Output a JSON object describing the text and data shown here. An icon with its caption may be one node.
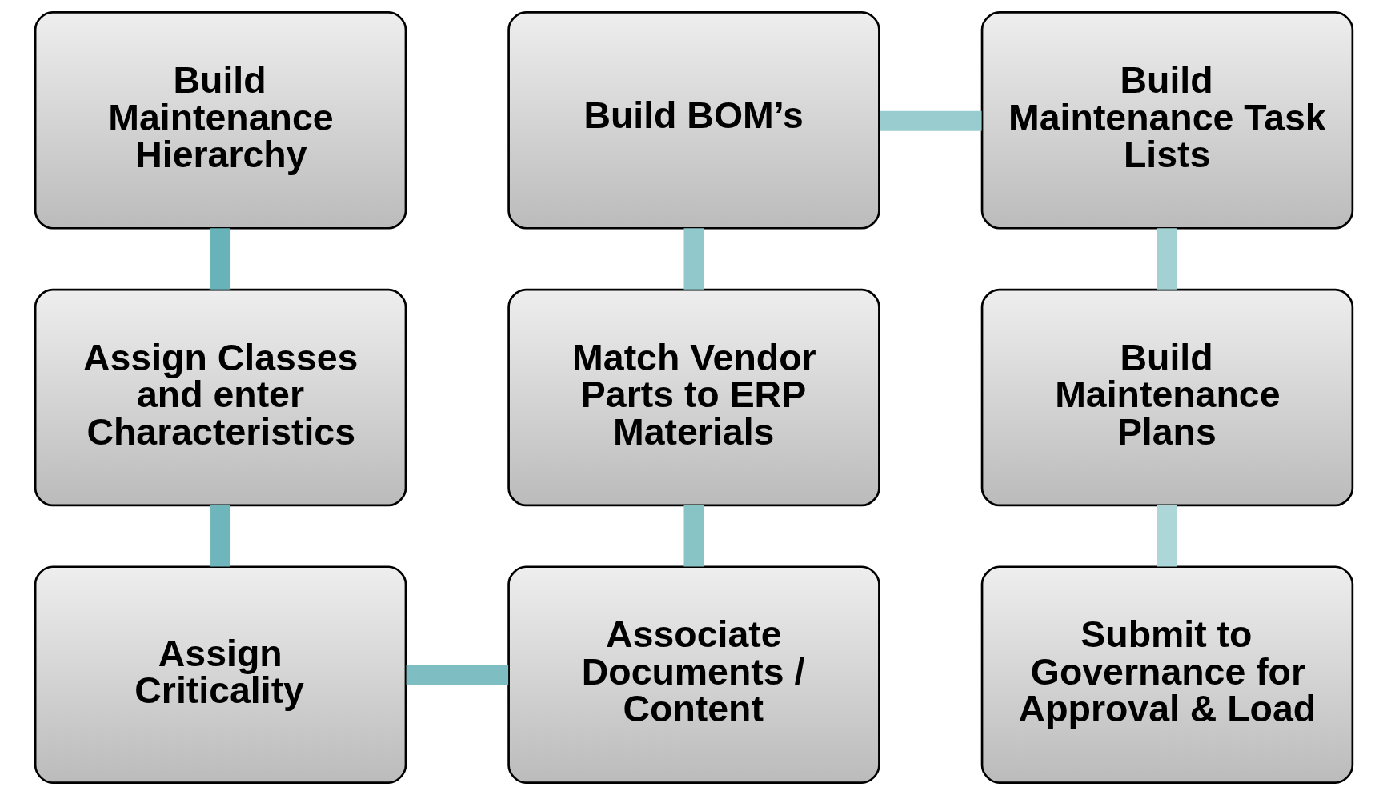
{
  "diagram": {
    "nodes": [
      {
        "text": [
          "Build Maintenance Hierarchy"
        ]
      },
      {
        "text": [
          "Build BOM’s"
        ]
      },
      {
        "text": [
          "Build Maintenance Task Lists"
        ]
      },
      {
        "text": [
          "Assign Classes and enter Characteristics"
        ]
      },
      {
        "text": [
          "Match Vendor Parts to ERP Materials"
        ]
      },
      {
        "text": [
          "Build Maintenance Plans"
        ]
      },
      {
        "text": [
          "Assign Criticality"
        ]
      },
      {
        "text": [
          "Associate Documents / Content"
        ]
      },
      {
        "text": [
          "Submit to Governance for Approval & Load"
        ]
      }
    ],
    "edges": [
      {
        "from": 0,
        "to": 3,
        "arrow": "none",
        "color": "#68b2b9"
      },
      {
        "from": 3,
        "to": 6,
        "arrow": "none",
        "color": "#6fb6bc"
      },
      {
        "from": 6,
        "to": 7,
        "arrow": "none",
        "color": "#7ebec2"
      },
      {
        "from": 7,
        "to": 4,
        "arrow": "none",
        "color": "#88c3c6"
      },
      {
        "from": 4,
        "to": 1,
        "arrow": "none",
        "color": "#90c8cb"
      },
      {
        "from": 1,
        "to": 2,
        "arrow": "none",
        "color": "#99ccce"
      },
      {
        "from": 2,
        "to": 5,
        "arrow": "none",
        "color": "#a2d0d3"
      },
      {
        "from": 5,
        "to": 8,
        "arrow": "none",
        "color": "#acd6d8"
      }
    ]
  }
}
